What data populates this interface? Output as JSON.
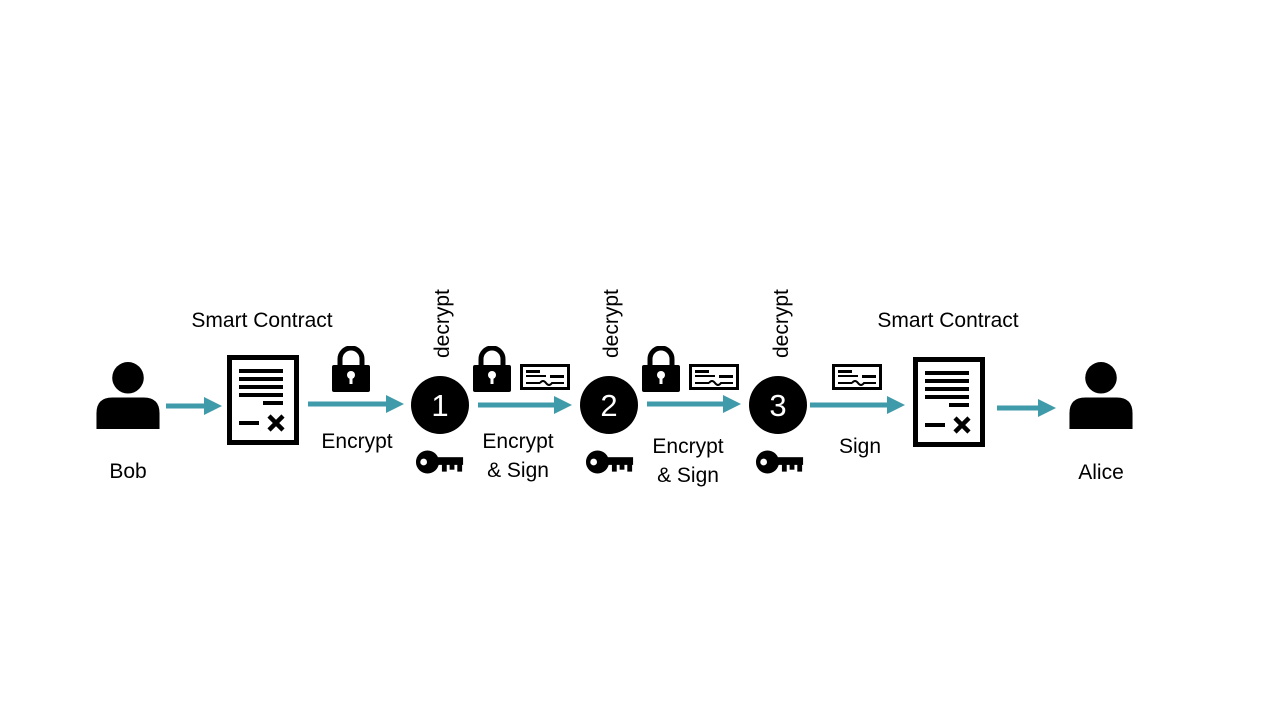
{
  "colors": {
    "arrow": "#3f9aa9",
    "ink": "#000000",
    "background": "#ffffff"
  },
  "actors": {
    "sender": "Bob",
    "receiver": "Alice"
  },
  "contracts": {
    "left_label": "Smart Contract",
    "right_label": "Smart Contract"
  },
  "nodes": [
    {
      "number": "1",
      "side_label": "decrypt"
    },
    {
      "number": "2",
      "side_label": "decrypt"
    },
    {
      "number": "3",
      "side_label": "decrypt"
    }
  ],
  "steps": {
    "encrypt": "Encrypt",
    "encrypt_sign_1": [
      "Encrypt",
      "& Sign"
    ],
    "encrypt_sign_2": [
      "Encrypt",
      "& Sign"
    ],
    "sign": "Sign"
  },
  "icons": [
    "person-icon",
    "document-icon",
    "lock-icon",
    "signature-icon",
    "key-icon"
  ]
}
